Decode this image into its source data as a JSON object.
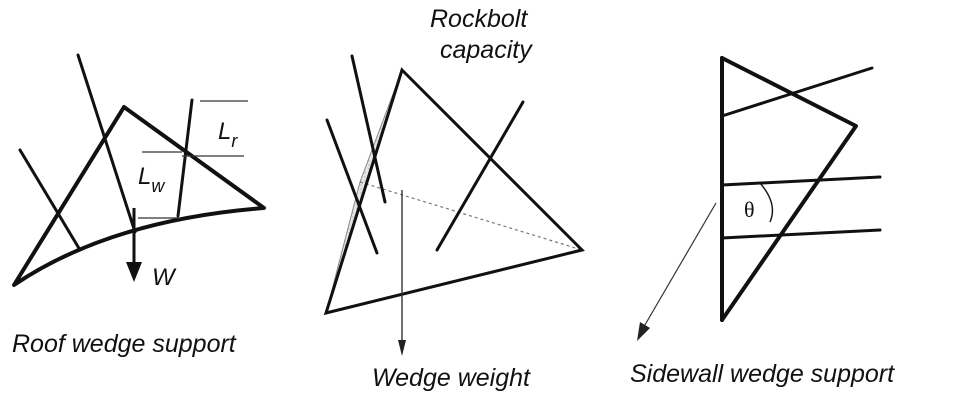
{
  "panels": {
    "roof": {
      "caption": "Roof wedge support",
      "length_resisting_label": "L",
      "length_resisting_subscript": "r",
      "length_wedge_label": "L",
      "length_wedge_subscript": "w",
      "weight_label": "W"
    },
    "center": {
      "caption_top_line1": "Rockbolt",
      "caption_top_line2": "capacity",
      "caption_bottom": "Wedge weight"
    },
    "sidewall": {
      "caption": "Sidewall wedge support",
      "angle_label": "θ"
    }
  }
}
